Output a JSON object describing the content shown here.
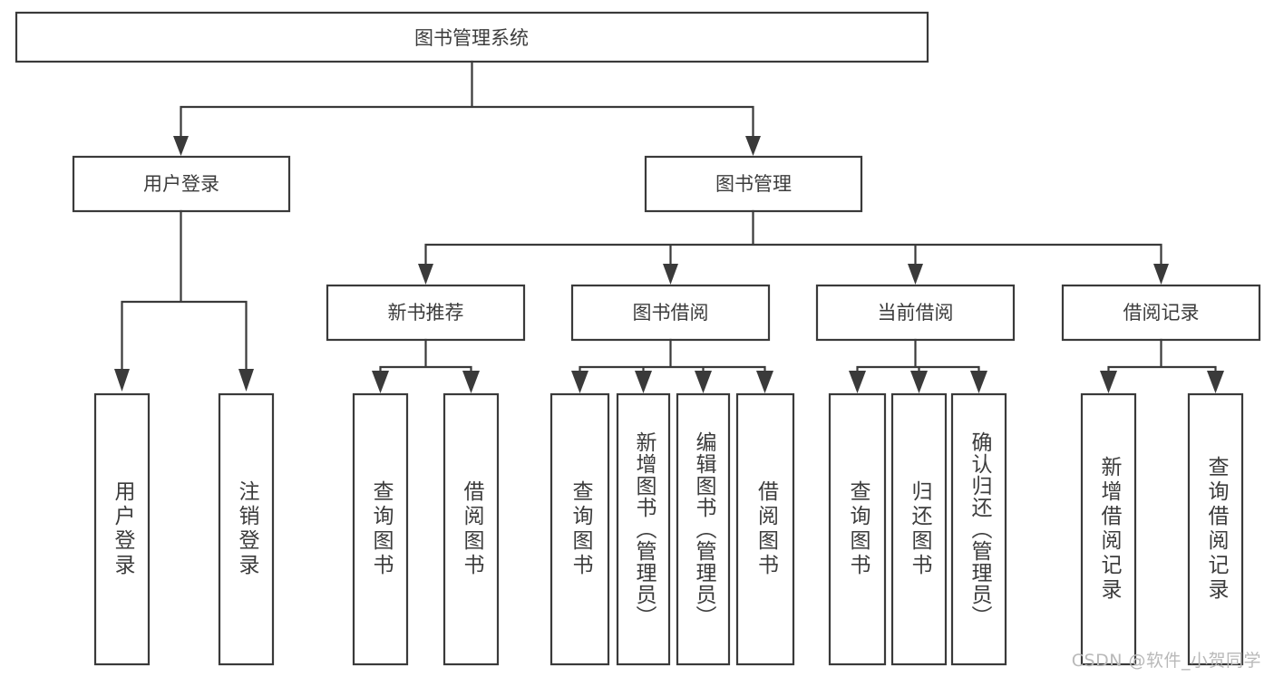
{
  "diagram": {
    "type": "tree-hierarchy-chart",
    "title": "图书管理系统",
    "stroke_color": "#3a3a3a",
    "text_color": "#3c3c3c",
    "background_color": "#ffffff",
    "root": {
      "label": "图书管理系统"
    },
    "level2": [
      {
        "id": "user-login",
        "label": "用户登录"
      },
      {
        "id": "book-management",
        "label": "图书管理"
      }
    ],
    "level3": [
      {
        "id": "new-book-recommend",
        "label": "新书推荐",
        "parent": "book-management"
      },
      {
        "id": "book-borrow",
        "label": "图书借阅",
        "parent": "book-management"
      },
      {
        "id": "current-borrow",
        "label": "当前借阅",
        "parent": "book-management"
      },
      {
        "id": "borrow-record",
        "label": "借阅记录",
        "parent": "book-management"
      }
    ],
    "leaves": {
      "user_login": [
        {
          "id": "leaf-user-login",
          "label": "用户登录"
        },
        {
          "id": "leaf-logout",
          "label": "注销登录"
        }
      ],
      "new_book_recommend": [
        {
          "id": "leaf-query-book-1",
          "label": "查询图书"
        },
        {
          "id": "leaf-borrow-book-1",
          "label": "借阅图书"
        }
      ],
      "book_borrow": [
        {
          "id": "leaf-query-book-2",
          "label": "查询图书"
        },
        {
          "id": "leaf-add-book",
          "label": "新增图书（管理员）"
        },
        {
          "id": "leaf-edit-book",
          "label": "编辑图书（管理员）"
        },
        {
          "id": "leaf-borrow-book-2",
          "label": "借阅图书"
        }
      ],
      "current_borrow": [
        {
          "id": "leaf-query-book-3",
          "label": "查询图书"
        },
        {
          "id": "leaf-return-book",
          "label": "归还图书"
        },
        {
          "id": "leaf-confirm-return",
          "label": "确认归还（管理员）"
        }
      ],
      "borrow_record": [
        {
          "id": "leaf-add-record",
          "label": "新增借阅记录"
        },
        {
          "id": "leaf-query-record",
          "label": "查询借阅记录"
        }
      ]
    }
  },
  "watermark": {
    "text": "CSDN @软件_小贺同学"
  }
}
